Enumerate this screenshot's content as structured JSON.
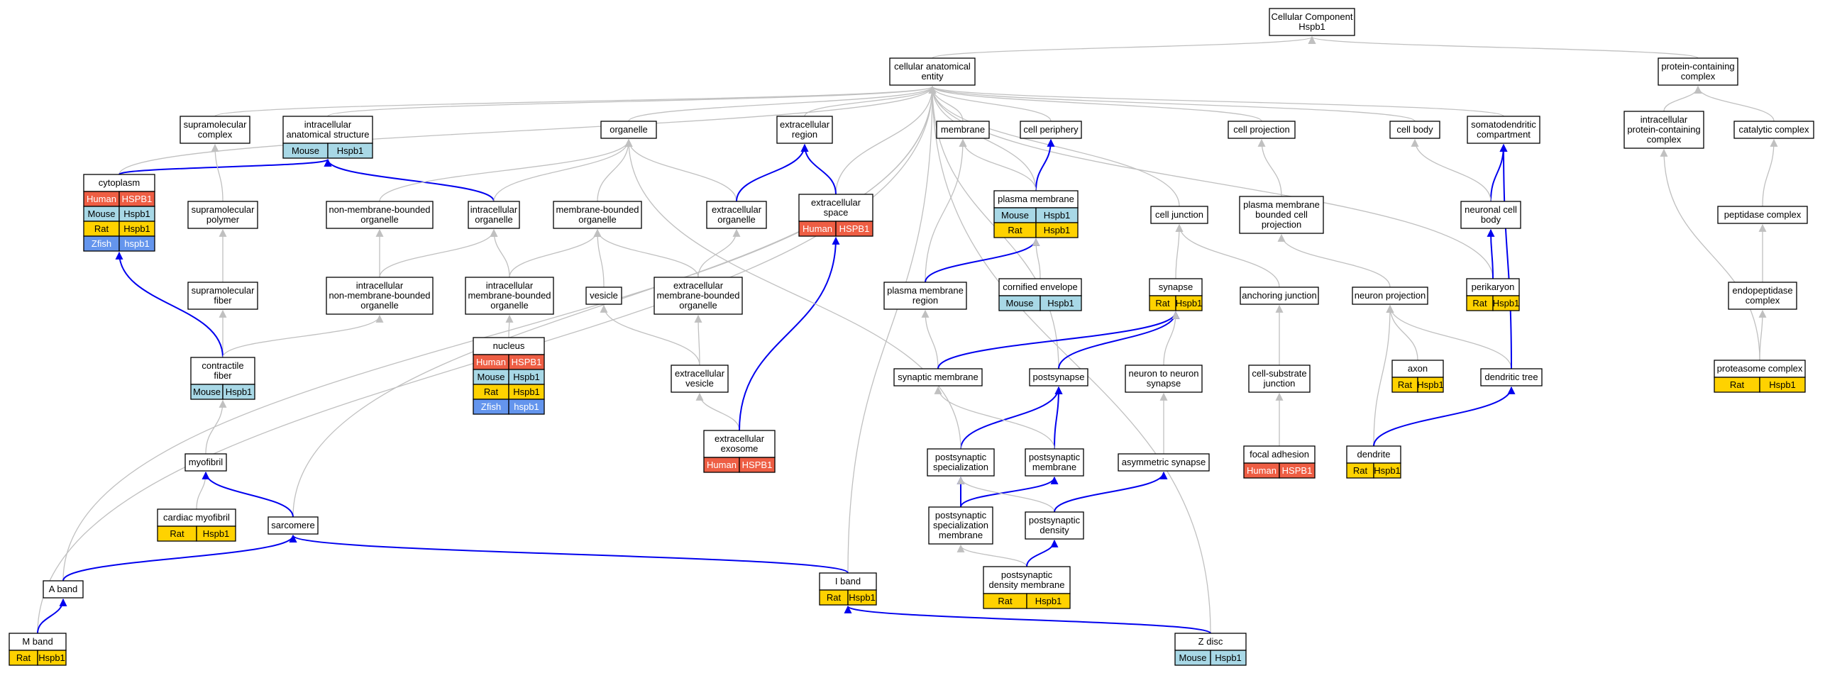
{
  "colors": {
    "Human": "#ee5e44",
    "Mouse": "#a8d8e6",
    "Rat": "#ffd200",
    "Zfish": "#6495ed",
    "edge_isa": "#c0c0c0",
    "edge_partof": "#0000ee"
  },
  "nodes": [
    {
      "id": "root",
      "lines": [
        "Cellular Component",
        "Hspb1"
      ]
    },
    {
      "id": "cae",
      "lines": [
        "cellular anatomical",
        "entity"
      ]
    },
    {
      "id": "pcc",
      "lines": [
        "protein-containing",
        "complex"
      ]
    },
    {
      "id": "smc",
      "lines": [
        "supramolecular",
        "complex"
      ]
    },
    {
      "id": "ias",
      "lines": [
        "intracellular",
        "anatomical structure"
      ],
      "badges": [
        [
          "Mouse",
          "Hspb1"
        ]
      ]
    },
    {
      "id": "org",
      "lines": [
        "organelle"
      ]
    },
    {
      "id": "exr",
      "lines": [
        "extracellular",
        "region"
      ]
    },
    {
      "id": "mem",
      "lines": [
        "membrane"
      ]
    },
    {
      "id": "cper",
      "lines": [
        "cell periphery"
      ]
    },
    {
      "id": "cproj",
      "lines": [
        "cell projection"
      ]
    },
    {
      "id": "cbody",
      "lines": [
        "cell body"
      ]
    },
    {
      "id": "sdc",
      "lines": [
        "somatodendritic",
        "compartment"
      ]
    },
    {
      "id": "ipcc",
      "lines": [
        "intracellular",
        "protein-containing",
        "complex"
      ]
    },
    {
      "id": "catc",
      "lines": [
        "catalytic complex"
      ]
    },
    {
      "id": "cyto",
      "lines": [
        "cytoplasm"
      ],
      "badges": [
        [
          "Human",
          "HSPB1"
        ],
        [
          "Mouse",
          "Hspb1"
        ],
        [
          "Rat",
          "Hspb1"
        ],
        [
          "Zfish",
          "hspb1"
        ]
      ]
    },
    {
      "id": "smp",
      "lines": [
        "supramolecular",
        "polymer"
      ]
    },
    {
      "id": "nmbo",
      "lines": [
        "non-membrane-bounded",
        "organelle"
      ]
    },
    {
      "id": "io",
      "lines": [
        "intracellular",
        "organelle"
      ]
    },
    {
      "id": "mbo",
      "lines": [
        "membrane-bounded",
        "organelle"
      ]
    },
    {
      "id": "exo",
      "lines": [
        "extracellular",
        "organelle"
      ]
    },
    {
      "id": "exs",
      "lines": [
        "extracellular",
        "space"
      ],
      "badges": [
        [
          "Human",
          "HSPB1"
        ]
      ]
    },
    {
      "id": "pm",
      "lines": [
        "plasma membrane"
      ],
      "badges": [
        [
          "Mouse",
          "Hspb1"
        ],
        [
          "Rat",
          "Hspb1"
        ]
      ]
    },
    {
      "id": "pmbcp",
      "lines": [
        "plasma membrane",
        "bounded cell",
        "projection"
      ]
    },
    {
      "id": "cj",
      "lines": [
        "cell junction"
      ]
    },
    {
      "id": "ncb",
      "lines": [
        "neuronal cell",
        "body"
      ]
    },
    {
      "id": "pepc",
      "lines": [
        "peptidase complex"
      ]
    },
    {
      "id": "smf",
      "lines": [
        "supramolecular",
        "fiber"
      ]
    },
    {
      "id": "inmbo",
      "lines": [
        "intracellular",
        "non-membrane-bounded",
        "organelle"
      ]
    },
    {
      "id": "imbo",
      "lines": [
        "intracellular",
        "membrane-bounded",
        "organelle"
      ]
    },
    {
      "id": "ves",
      "lines": [
        "vesicle"
      ]
    },
    {
      "id": "exmbo",
      "lines": [
        "extracellular",
        "membrane-bounded",
        "organelle"
      ]
    },
    {
      "id": "pmr",
      "lines": [
        "plasma membrane",
        "region"
      ]
    },
    {
      "id": "cenv",
      "lines": [
        "cornified envelope"
      ],
      "badges": [
        [
          "Mouse",
          "Hspb1"
        ]
      ]
    },
    {
      "id": "syn",
      "lines": [
        "synapse"
      ],
      "badges": [
        [
          "Rat",
          "Hspb1"
        ]
      ]
    },
    {
      "id": "aj",
      "lines": [
        "anchoring junction"
      ]
    },
    {
      "id": "np",
      "lines": [
        "neuron projection"
      ]
    },
    {
      "id": "peri",
      "lines": [
        "perikaryon"
      ],
      "badges": [
        [
          "Rat",
          "Hspb1"
        ]
      ]
    },
    {
      "id": "endo",
      "lines": [
        "endopeptidase",
        "complex"
      ]
    },
    {
      "id": "nuc",
      "lines": [
        "nucleus"
      ],
      "badges": [
        [
          "Human",
          "HSPB1"
        ],
        [
          "Mouse",
          "Hspb1"
        ],
        [
          "Rat",
          "Hspb1"
        ],
        [
          "Zfish",
          "hspb1"
        ]
      ]
    },
    {
      "id": "cfib",
      "lines": [
        "contractile",
        "fiber"
      ],
      "badges": [
        [
          "Mouse",
          "Hspb1"
        ]
      ]
    },
    {
      "id": "exv",
      "lines": [
        "extracellular",
        "vesicle"
      ]
    },
    {
      "id": "synm",
      "lines": [
        "synaptic membrane"
      ]
    },
    {
      "id": "post",
      "lines": [
        "postsynapse"
      ]
    },
    {
      "id": "n2n",
      "lines": [
        "neuron to neuron",
        "synapse"
      ]
    },
    {
      "id": "csj",
      "lines": [
        "cell-substrate",
        "junction"
      ]
    },
    {
      "id": "axon",
      "lines": [
        "axon"
      ],
      "badges": [
        [
          "Rat",
          "Hspb1"
        ]
      ]
    },
    {
      "id": "dtree",
      "lines": [
        "dendritic tree"
      ]
    },
    {
      "id": "prot",
      "lines": [
        "proteasome complex"
      ],
      "badges": [
        [
          "Rat",
          "Hspb1"
        ]
      ]
    },
    {
      "id": "myo",
      "lines": [
        "myofibril"
      ]
    },
    {
      "id": "exexo",
      "lines": [
        "extracellular",
        "exosome"
      ],
      "badges": [
        [
          "Human",
          "HSPB1"
        ]
      ]
    },
    {
      "id": "pss",
      "lines": [
        "postsynaptic",
        "specialization"
      ]
    },
    {
      "id": "psm",
      "lines": [
        "postsynaptic",
        "membrane"
      ]
    },
    {
      "id": "asyn",
      "lines": [
        "asymmetric synapse"
      ]
    },
    {
      "id": "fadh",
      "lines": [
        "focal adhesion"
      ],
      "badges": [
        [
          "Human",
          "HSPB1"
        ]
      ]
    },
    {
      "id": "dend",
      "lines": [
        "dendrite"
      ],
      "badges": [
        [
          "Rat",
          "Hspb1"
        ]
      ]
    },
    {
      "id": "cmyo",
      "lines": [
        "cardiac myofibril"
      ],
      "badges": [
        [
          "Rat",
          "Hspb1"
        ]
      ]
    },
    {
      "id": "sarc",
      "lines": [
        "sarcomere"
      ]
    },
    {
      "id": "pssm",
      "lines": [
        "postsynaptic",
        "specialization",
        "membrane"
      ]
    },
    {
      "id": "psd",
      "lines": [
        "postsynaptic",
        "density"
      ]
    },
    {
      "id": "aband",
      "lines": [
        "A band"
      ]
    },
    {
      "id": "iband",
      "lines": [
        "I band"
      ],
      "badges": [
        [
          "Rat",
          "Hspb1"
        ]
      ]
    },
    {
      "id": "psdm",
      "lines": [
        "postsynaptic",
        "density membrane"
      ],
      "badges": [
        [
          "Rat",
          "Hspb1"
        ]
      ]
    },
    {
      "id": "mband",
      "lines": [
        "M band"
      ],
      "badges": [
        [
          "Rat",
          "Hspb1"
        ]
      ]
    },
    {
      "id": "zdisc",
      "lines": [
        "Z disc"
      ],
      "badges": [
        [
          "Mouse",
          "Hspb1"
        ]
      ]
    }
  ]
}
